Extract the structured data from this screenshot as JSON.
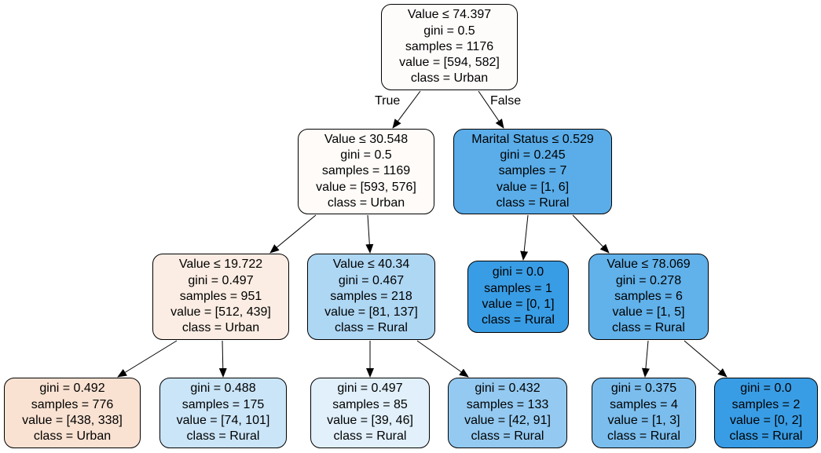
{
  "tree": {
    "nodes": [
      {
        "id": "n0",
        "lines": [
          "Value ≤ 74.397",
          "gini = 0.5",
          "samples = 1176",
          "value = [594, 582]",
          "class = Urban"
        ],
        "fill": "#fefcfb"
      },
      {
        "id": "n1",
        "lines": [
          "Value ≤ 30.548",
          "gini = 0.5",
          "samples = 1169",
          "value = [593, 576]",
          "class = Urban"
        ],
        "fill": "#fefbf8"
      },
      {
        "id": "n2",
        "lines": [
          "Marital Status ≤ 0.529",
          "gini = 0.245",
          "samples = 7",
          "value = [1, 6]",
          "class = Rural"
        ],
        "fill": "#5aade9"
      },
      {
        "id": "n3",
        "lines": [
          "Value ≤ 19.722",
          "gini = 0.497",
          "samples = 951",
          "value = [512, 439]",
          "class = Urban"
        ],
        "fill": "#fbede3"
      },
      {
        "id": "n4",
        "lines": [
          "Value ≤ 40.34",
          "gini = 0.467",
          "samples = 218",
          "value = [81, 137]",
          "class = Rural"
        ],
        "fill": "#aed7f4"
      },
      {
        "id": "n5",
        "lines": [
          "gini = 0.0",
          "samples = 1",
          "value = [0, 1]",
          "class = Rural"
        ],
        "fill": "#399de5"
      },
      {
        "id": "n6",
        "lines": [
          "Value ≤ 78.069",
          "gini = 0.278",
          "samples = 6",
          "value = [1, 5]",
          "class = Rural"
        ],
        "fill": "#61b1ea"
      },
      {
        "id": "n7",
        "lines": [
          "gini = 0.492",
          "samples = 776",
          "value = [438, 338]",
          "class = Urban"
        ],
        "fill": "#f9e2d2"
      },
      {
        "id": "n8",
        "lines": [
          "gini = 0.488",
          "samples = 175",
          "value = [74, 101]",
          "class = Rural"
        ],
        "fill": "#cae5f8"
      },
      {
        "id": "n9",
        "lines": [
          "gini = 0.497",
          "samples = 85",
          "value = [39, 46]",
          "class = Rural"
        ],
        "fill": "#e1f0fb"
      },
      {
        "id": "n10",
        "lines": [
          "gini = 0.432",
          "samples = 133",
          "value = [42, 91]",
          "class = Rural"
        ],
        "fill": "#94caf1"
      },
      {
        "id": "n11",
        "lines": [
          "gini = 0.375",
          "samples = 4",
          "value = [1, 3]",
          "class = Rural"
        ],
        "fill": "#7bbeee"
      },
      {
        "id": "n12",
        "lines": [
          "gini = 0.0",
          "samples = 2",
          "value = [0, 2]",
          "class = Rural"
        ],
        "fill": "#399de5"
      }
    ],
    "edges": [
      {
        "from": "n0",
        "to": "n1",
        "label": "True"
      },
      {
        "from": "n0",
        "to": "n2",
        "label": "False"
      },
      {
        "from": "n1",
        "to": "n3",
        "label": ""
      },
      {
        "from": "n1",
        "to": "n4",
        "label": ""
      },
      {
        "from": "n2",
        "to": "n5",
        "label": ""
      },
      {
        "from": "n2",
        "to": "n6",
        "label": ""
      },
      {
        "from": "n3",
        "to": "n7",
        "label": ""
      },
      {
        "from": "n3",
        "to": "n8",
        "label": ""
      },
      {
        "from": "n4",
        "to": "n9",
        "label": ""
      },
      {
        "from": "n4",
        "to": "n10",
        "label": ""
      },
      {
        "from": "n6",
        "to": "n11",
        "label": ""
      },
      {
        "from": "n6",
        "to": "n12",
        "label": ""
      }
    ]
  }
}
